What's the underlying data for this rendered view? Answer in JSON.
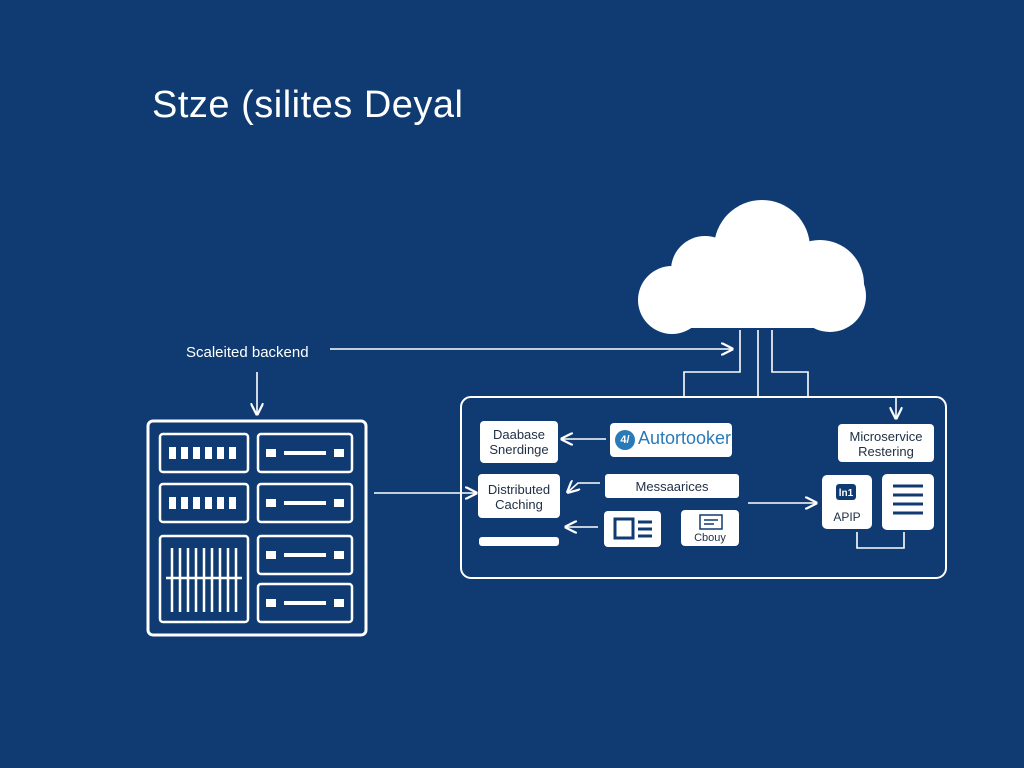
{
  "diagram": {
    "title": "Stze (silites Deyal",
    "backend_label": "Scaleited backend",
    "nodes": {
      "database_sharding": "Daabase\nSnerdinge",
      "autoscaler": "Autortooker",
      "autoscaler_icon_text": "4/",
      "distributed_caching": "Distributed\nCaching",
      "messaging": "Messaarices",
      "microservice": "Microservice\nRestering",
      "api": "APIP",
      "api_icon_text": "ln1",
      "cloud_box": "Cbouy"
    },
    "colors": {
      "background": "#0f3b72",
      "line": "#ffffff",
      "box_fill": "#ffffff",
      "accent_text": "#2a7ab8"
    }
  }
}
